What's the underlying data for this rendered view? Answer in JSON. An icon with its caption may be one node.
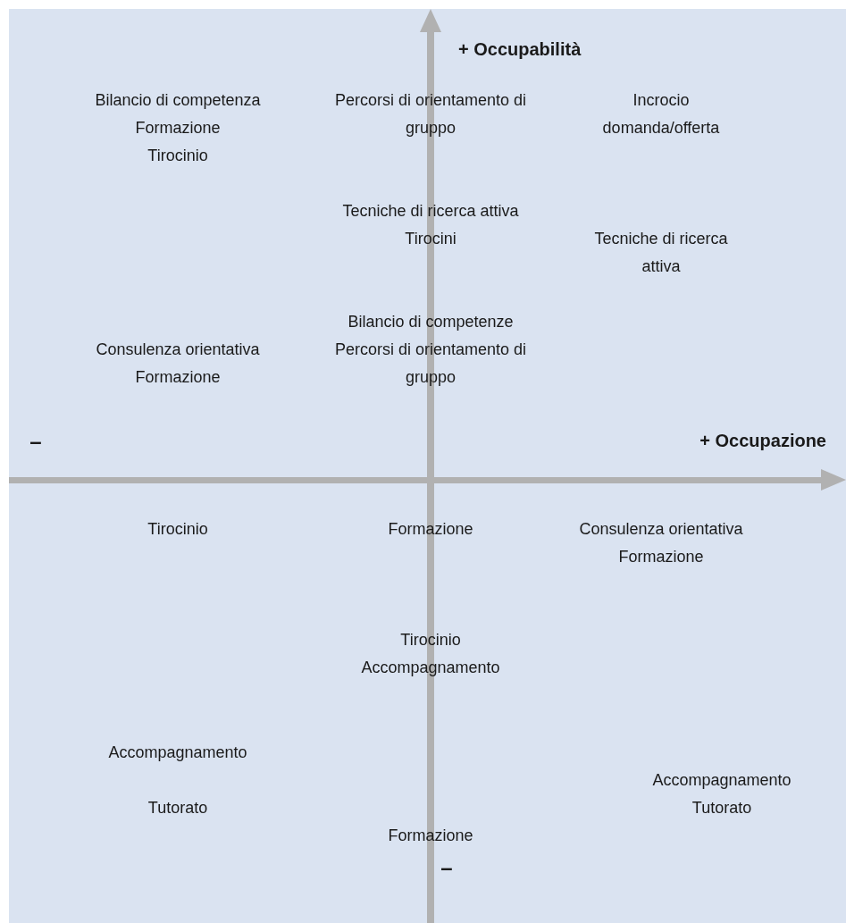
{
  "diagram": {
    "labels": [
      "+ Occupabilità",
      "Bilancio di competenza",
      "Formazione",
      "Tirocinio",
      "Percorsi di orientamento di gruppo",
      "Incrocio domanda/offerta",
      "Tecniche di ricerca attiva",
      "Tirocini",
      "Tecniche di ricerca attiva",
      "Bilancio di competenze",
      "Consulenza orientativa",
      "Percorsi di orientamento di gruppo",
      "Formazione",
      "–",
      "+ Occupazione",
      "Tirocinio",
      "Formazione",
      "Consulenza orientativa",
      "Formazione",
      "Tirocinio",
      "Accompagnamento",
      "Accompagnamento",
      "Accompagnamento",
      "Tutorato",
      "Tutorato",
      "Formazione",
      "–"
    ]
  }
}
